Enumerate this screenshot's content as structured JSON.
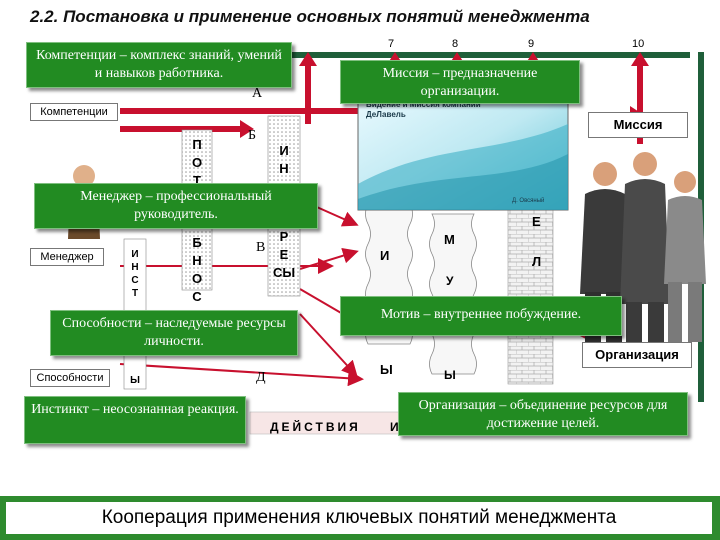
{
  "title": "2.2. Постановка и применение основных понятий менеджмента",
  "column_numbers": [
    "7",
    "8",
    "9",
    "10"
  ],
  "letters": {
    "a": "А",
    "b": "Б",
    "v": "В",
    "d": "Д"
  },
  "labels": {
    "competencies": "Компетенции",
    "mission": "Миссия",
    "manager": "Менеджер",
    "abilities": "Способности",
    "organization": "Организация",
    "actions": "ДЕЙСТВИЯ",
    "actions_tail": "И"
  },
  "columns": {
    "potr": [
      "П",
      "О",
      "Т"
    ],
    "obnos": [
      "Б",
      "Н",
      "О",
      "С"
    ],
    "inst": [
      "И",
      "Н",
      "С",
      "Т"
    ],
    "inst_tail": "Ы",
    "resursy_top": [
      "И",
      "Н"
    ],
    "resursy": [
      "Р",
      "Е",
      "СЫ"
    ],
    "col_m": "М",
    "col_i": "И",
    "col_u": "У",
    "col_y1": "Ы",
    "col_y2": "Ы",
    "col_l": "Л",
    "col_e": "Е"
  },
  "callouts": {
    "competencies": "Компетенции – комплекс знаний, умений и навыков работника.",
    "mission": "Миссия – предназначение организации.",
    "manager": "Менеджер – профессиональный руководитель.",
    "abilities": "Способности – наследуемые ресурсы личности.",
    "motive": "Мотив – внутреннее побуждение.",
    "instinct": "Инстинкт – неосознанная реакция.",
    "organization": "Организация – объединение ресурсов для достижение целей."
  },
  "book": {
    "title": "Видение и Миссия компании ДеЛавель",
    "author": "Д. Овсяный"
  },
  "footer": "Кооперация применения ключевых понятий менеджмента",
  "colors": {
    "callout_green": "#228b22",
    "arrow_red": "#c8102e",
    "footer_green": "#2e8b2e",
    "bar_green": "#1f5f3a"
  }
}
